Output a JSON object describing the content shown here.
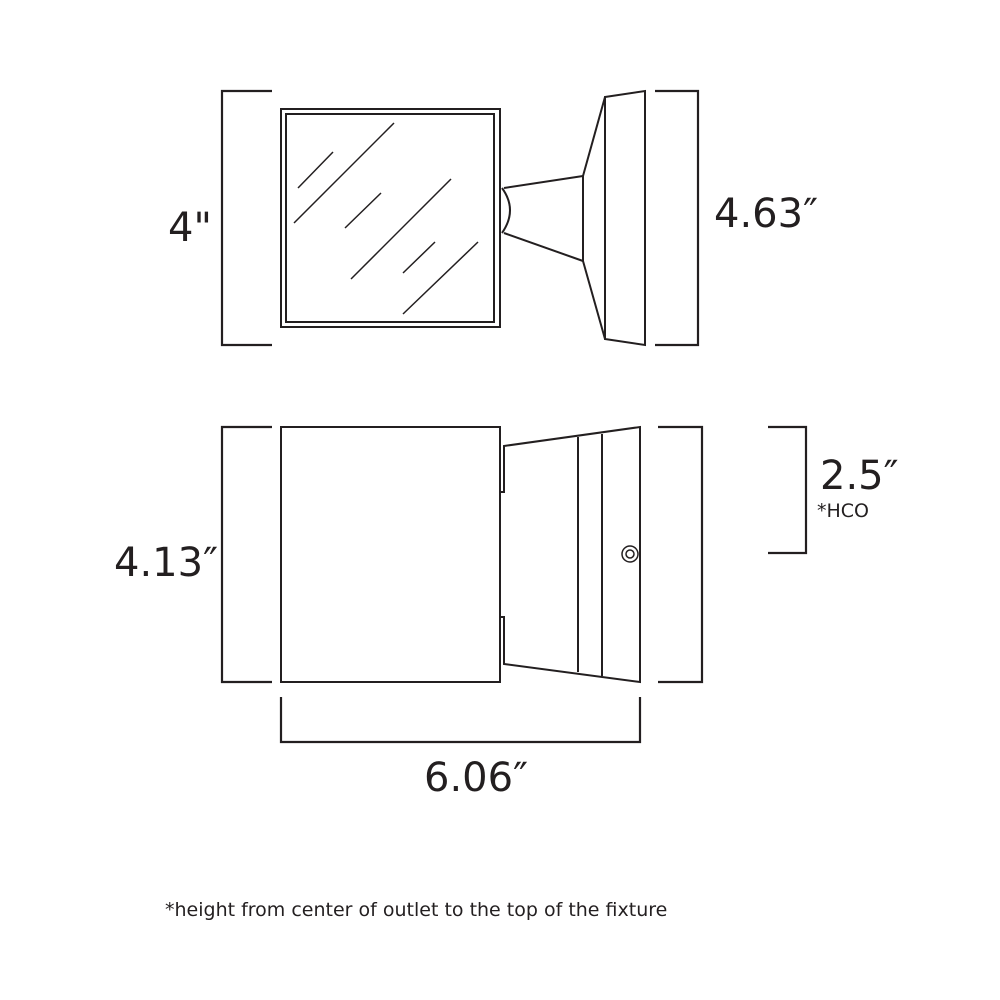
{
  "dimensions": {
    "front_height": "4\"",
    "backplate_height": "4.63″",
    "side_height": "4.13″",
    "hco_height": "2.5″",
    "hco_label": "*HCO",
    "depth": "6.06″"
  },
  "footnote": "*height from center of outlet to the top of the fixture",
  "colors": {
    "line": "#231f20",
    "background": "#ffffff"
  }
}
